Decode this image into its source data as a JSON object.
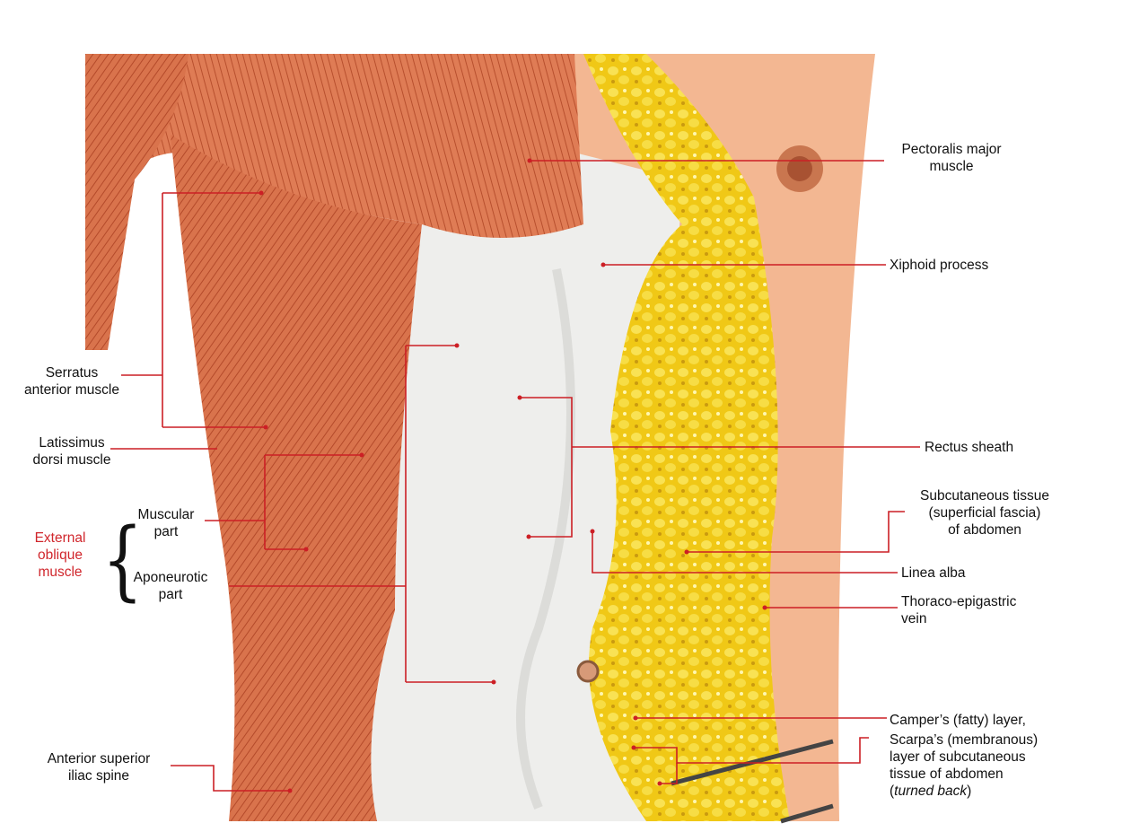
{
  "colors": {
    "leader_line": "#cc1f25",
    "accent_label": "#d0262c",
    "muscle": "#d9734c",
    "fat": "#f2d21c",
    "skin": "#f2b58e",
    "fascia": "#eeeeec"
  },
  "labels": {
    "pectoralis": [
      "Pectoralis major",
      "muscle"
    ],
    "xiphoid": [
      "Xiphoid process"
    ],
    "rectus_sheath": [
      "Rectus sheath"
    ],
    "subcutaneous": [
      "Subcutaneous tissue",
      "(superficial fascia)",
      "of abdomen"
    ],
    "linea_alba": [
      "Linea alba"
    ],
    "thoraco": [
      "Thoraco-epigastric",
      "vein"
    ],
    "campers": [
      "Camper’s (fatty) layer,"
    ],
    "scarpas": [
      "Scarpa’s (membranous)",
      "layer of subcutaneous",
      "tissue of abdomen"
    ],
    "turned_back": "turned back",
    "serratus": [
      "Serratus",
      "anterior muscle"
    ],
    "latissimus": [
      "Latissimus",
      "dorsi muscle"
    ],
    "external_oblique": [
      "External",
      "oblique",
      "muscle"
    ],
    "muscular_part": [
      "Muscular",
      "part"
    ],
    "aponeurotic_part": [
      "Aponeurotic",
      "part"
    ],
    "asis": [
      "Anterior superior",
      "iliac spine"
    ]
  }
}
